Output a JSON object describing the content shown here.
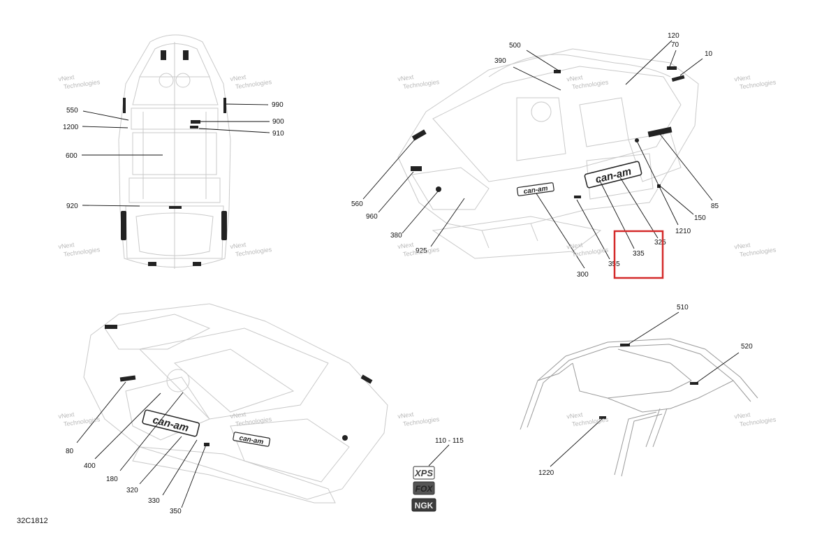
{
  "diagram": {
    "code": "32C1812",
    "watermark": {
      "line1": "vNext",
      "line2": "Technologies"
    },
    "top_view_labels": [
      "550",
      "1200",
      "600",
      "920",
      "990",
      "900",
      "910"
    ],
    "iso_view_labels": [
      "500",
      "390",
      "120",
      "70",
      "10",
      "560",
      "960",
      "380",
      "925",
      "300",
      "355",
      "335",
      "325",
      "1210",
      "150",
      "85"
    ],
    "rear_view_labels": [
      "80",
      "400",
      "180",
      "320",
      "330",
      "350"
    ],
    "cage_labels": [
      "510",
      "520",
      "1220"
    ],
    "decal_kit_label": "110 - 115",
    "decal_kit_items": [
      "XPS",
      "FOX",
      "NGK"
    ],
    "brand_decal_text": "can-am",
    "highlight_color": "#d42a2a"
  }
}
